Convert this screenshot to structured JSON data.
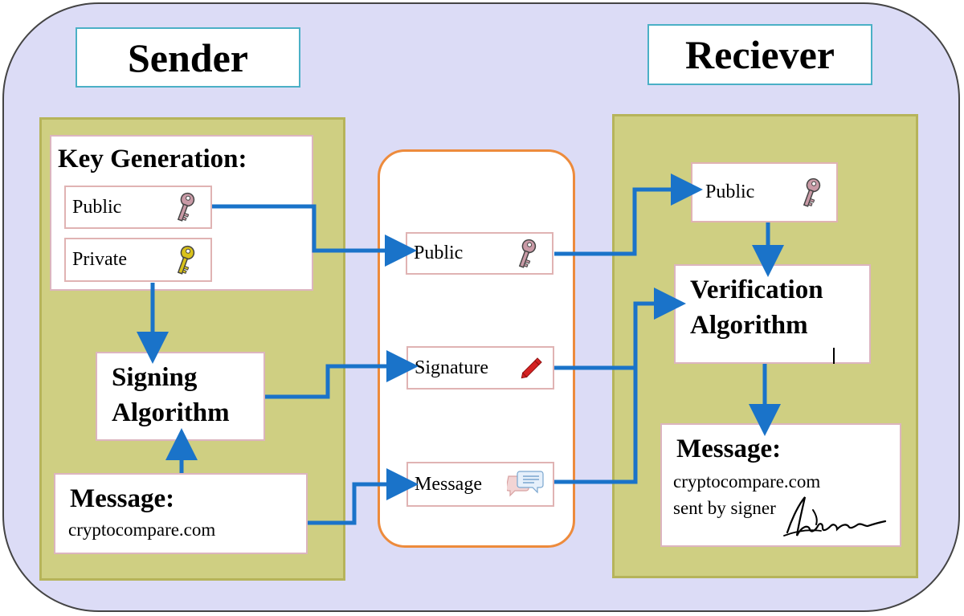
{
  "sender": {
    "title": "Sender"
  },
  "receiver": {
    "title": "Reciever"
  },
  "key_generation": {
    "title": "Key Generation:",
    "public_label": "Public",
    "private_label": "Private"
  },
  "signing": {
    "line1": "Signing",
    "line2": "Algorithm"
  },
  "sender_message": {
    "title": "Message:",
    "text": "cryptocompare.com"
  },
  "channel": {
    "public_label": "Public",
    "signature_label": "Signature",
    "message_label": "Message"
  },
  "receiver_public": {
    "label": "Public"
  },
  "verification": {
    "line1": "Verification",
    "line2": "Algorithm"
  },
  "receiver_message": {
    "title": "Message:",
    "line1": "cryptocompare.com",
    "line2": "sent by signer"
  },
  "colors": {
    "background": "#dcdcf6",
    "panel": "#cfcf82",
    "arrow": "#1a73c9",
    "channel_border": "#ed8b3c",
    "title_border": "#4bb0c6",
    "public_key": "#c99aa6",
    "private_key": "#d9c21a",
    "pencil": "#d42222"
  },
  "icons": {
    "public_key": "key-icon",
    "private_key": "key-icon",
    "signature": "pencil-icon",
    "message": "chat-bubbles-icon",
    "handwritten_signature": "signature-scribble"
  }
}
